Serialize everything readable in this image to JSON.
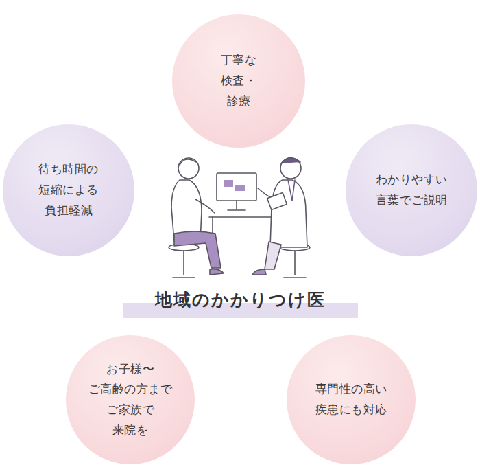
{
  "diagram": {
    "title": "地域のかかりつけ医",
    "nodes": [
      {
        "text": [
          "丁寧な 検査・診療"
        ]
      },
      {
        "text": [
          "待ち時間の 短縮による 負担軽減"
        ]
      },
      {
        "text": [
          "わかりやすい 言葉でご説明"
        ]
      },
      {
        "text": [
          "お子様〜 ご高齢の方まで ご家族で 来院を"
        ]
      },
      {
        "text": [
          "専門性の高い 疾患にも対応"
        ]
      }
    ]
  }
}
